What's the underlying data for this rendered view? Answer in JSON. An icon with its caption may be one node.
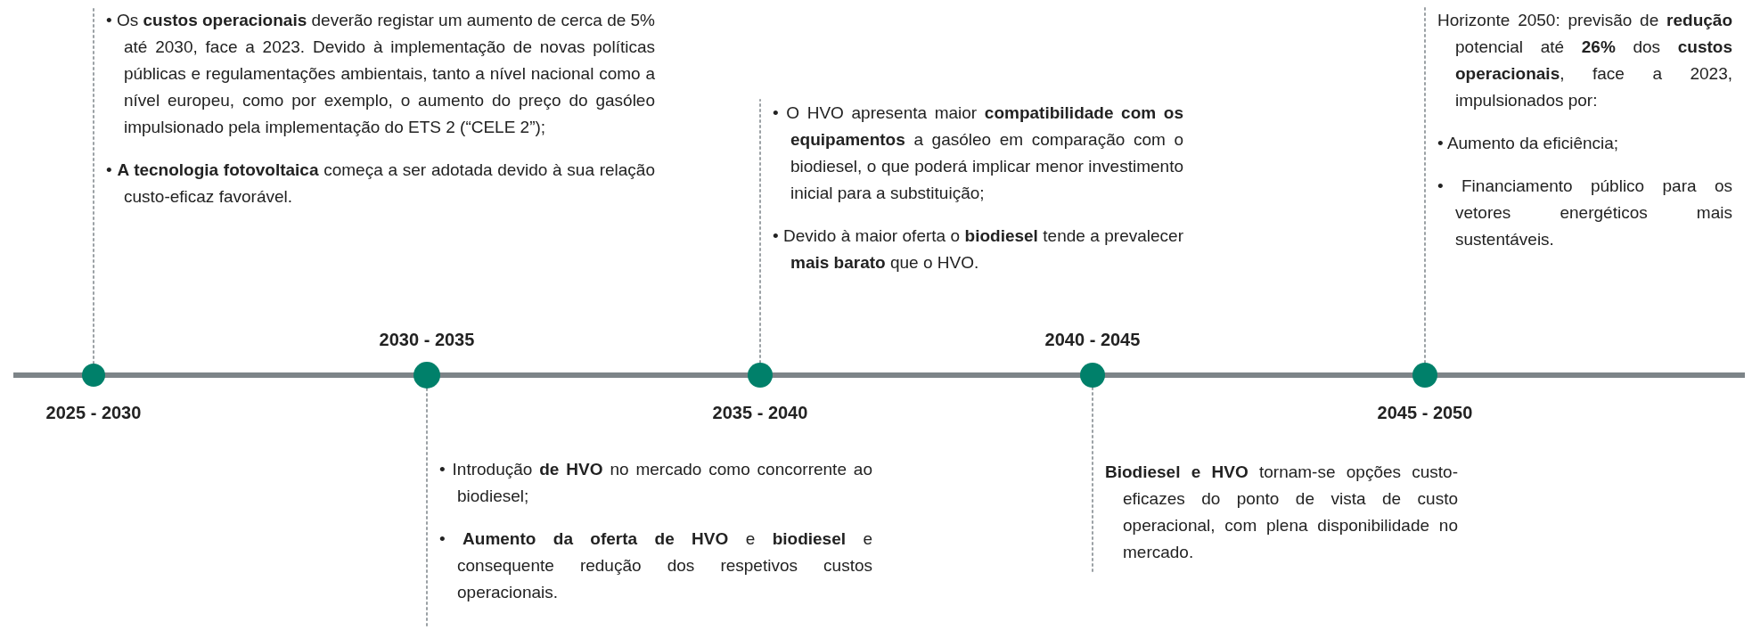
{
  "diagram": {
    "nodes": [
      {
        "text": [],
        "shape": "circle",
        "beside": [
          "2025 - 2030"
        ]
      },
      {
        "text": [
          "• Os **custos operacionais** deverão  registar um aumento de cerca de 5% até 2030, face a 2023. Devido à implementação de novas políticas públicas e regulamentações ambientais, tanto a nível nacional como a nível europeu, como por exemplo, o aumento do preço do gasóleo impulsionado pela implementação do ETS 2 (“CELE 2”);",
          "• **A tecnologia fotovoltaica** começa a ser adotada devido à sua relação custo-eficaz favorável."
        ]
      },
      {
        "text": [],
        "shape": "circle",
        "beside": [
          "2030 - 2035"
        ]
      },
      {
        "text": [
          "• Introdução **de HVO** no mercado como concorrente ao biodiesel;",
          "• **Aumento da oferta de HVO** e **biodiesel** e consequente redução dos respetivos custos operacionais."
        ]
      },
      {
        "text": [],
        "shape": "circle",
        "beside": [
          "2035 - 2040"
        ]
      },
      {
        "text": [
          "• O HVO apresenta maior **compatibilidade com os equipamentos** a gasóleo em comparação com o biodiesel, o que poderá implicar menor investimento inicial para a substituição;",
          "• Devido à maior oferta o **biodiesel**  tende a  prevalecer **mais barato** que o HVO."
        ]
      },
      {
        "text": [],
        "shape": "circle",
        "beside": [
          "2040 - 2045"
        ]
      },
      {
        "text": [
          "**Biodiesel e HVO** tornam-se opções custo-eficazes do ponto de vista de custo operacional, com plena disponibilidade no mercado."
        ]
      },
      {
        "text": [],
        "shape": "circle",
        "beside": [
          "2045 - 2050"
        ]
      },
      {
        "text": [
          "Horizonte 2050: previsão de **redução** potencial até **26%** dos **custos operacionais**, face a 2023, impulsionados por:",
          "• Aumento da eficiência;",
          "• Financiamento público para os vetores energéticos mais sustentáveis."
        ]
      }
    ],
    "edges": [
      {
        "from": 0,
        "to": 1,
        "arrow": "none",
        "style": "dashed"
      },
      {
        "from": 2,
        "to": 3,
        "arrow": "none",
        "style": "dashed"
      },
      {
        "from": 4,
        "to": 5,
        "arrow": "none",
        "style": "dashed"
      },
      {
        "from": 6,
        "to": 7,
        "arrow": "none",
        "style": "dashed"
      },
      {
        "from": 8,
        "to": 9,
        "arrow": "none",
        "style": "dashed"
      }
    ]
  }
}
